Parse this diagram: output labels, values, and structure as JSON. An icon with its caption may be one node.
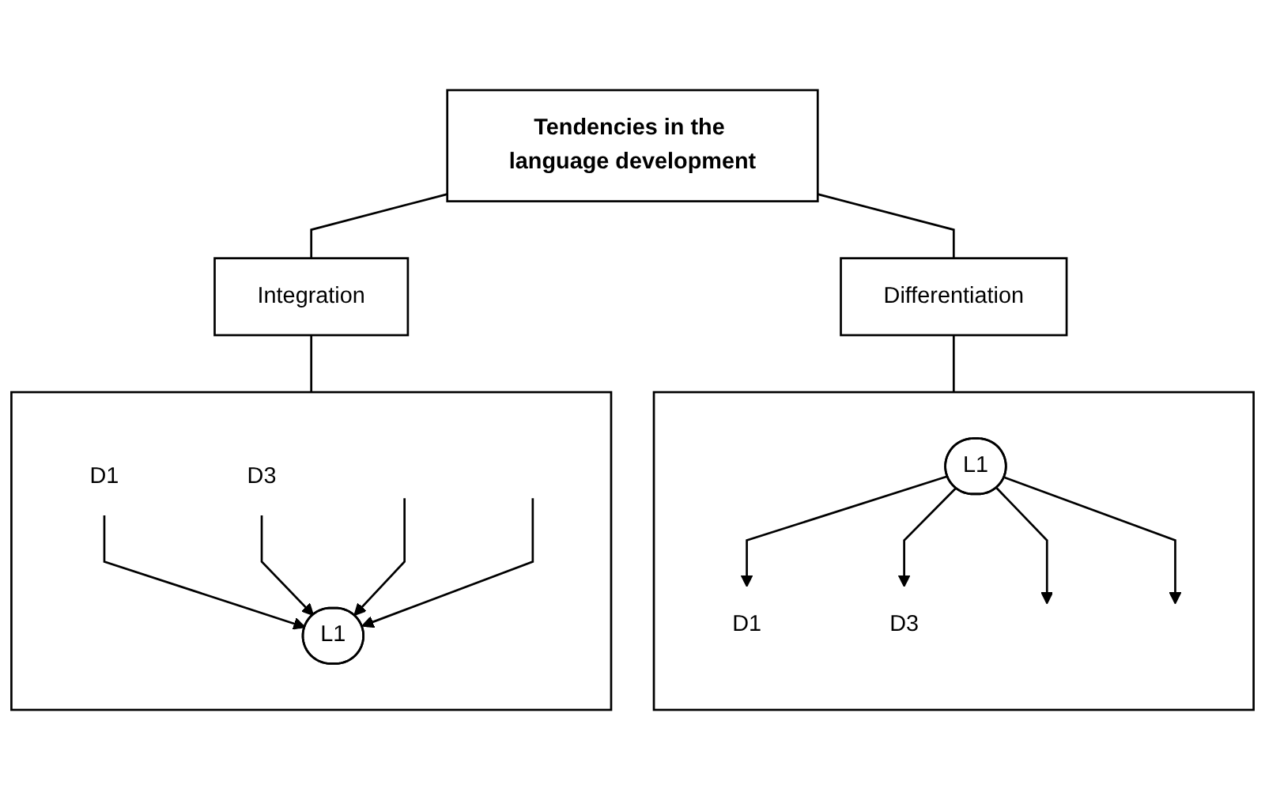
{
  "diagram": {
    "nodes": [
      {
        "text": [
          "Tendencies in the language development"
        ]
      },
      {
        "text": [
          "Integration"
        ]
      },
      {
        "text": [
          "Differentiation"
        ]
      },
      {
        "text": [],
        "shape": "box"
      },
      {
        "text": [
          "D1"
        ],
        "in": 3
      },
      {
        "text": [
          "D3"
        ],
        "in": 3
      },
      {
        "text": [
          "L1"
        ],
        "in": 3
      },
      {
        "text": [],
        "shape": "box"
      },
      {
        "text": [
          "D1"
        ],
        "in": 7
      },
      {
        "text": [
          "D3"
        ],
        "in": 7
      },
      {
        "text": [
          "L1"
        ],
        "in": 7
      }
    ],
    "edges": [
      {
        "from": 0,
        "to": 1,
        "arrow": "none"
      },
      {
        "from": 0,
        "to": 2,
        "arrow": "none"
      },
      {
        "from": 1,
        "to": 3,
        "arrow": "none"
      },
      {
        "from": 2,
        "to": 7,
        "arrow": "none"
      },
      {
        "from": 4,
        "to": 6,
        "arrow": "to"
      },
      {
        "from": 5,
        "to": 6,
        "arrow": "to"
      },
      {
        "from": null,
        "to": 6,
        "arrow": "to"
      },
      {
        "from": null,
        "to": 6,
        "arrow": "to"
      },
      {
        "from": 10,
        "to": 8,
        "arrow": "to"
      },
      {
        "from": 10,
        "to": 9,
        "arrow": "to"
      },
      {
        "from": 10,
        "to": null,
        "arrow": "to"
      },
      {
        "from": 10,
        "to": null,
        "arrow": "to"
      }
    ]
  }
}
